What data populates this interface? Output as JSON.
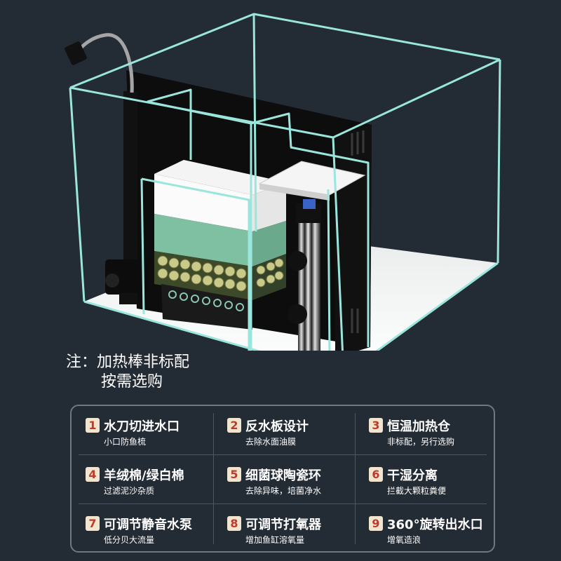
{
  "note": {
    "line1": "注：加热棒非标配",
    "line2": "按需选购"
  },
  "colors": {
    "background": "#232b35",
    "glass_edge": "#9ae6dc",
    "badge_bg": "#f1e5cf",
    "badge_text": "#c0392b",
    "sponge_green": "#7fbfa2",
    "filter_black": "#0d0d0d"
  },
  "features": [
    {
      "num": "1",
      "title": "水刀切进水口",
      "sub": "小口防鱼梳"
    },
    {
      "num": "2",
      "title": "反水板设计",
      "sub": "去除水面油膜"
    },
    {
      "num": "3",
      "title": "恒温加热仓",
      "sub": "非标配，另行选购"
    },
    {
      "num": "4",
      "title": "羊绒棉/绿白棉",
      "sub": "过滤泥沙杂质"
    },
    {
      "num": "5",
      "title": "细菌球陶瓷环",
      "sub": "去除异味，培菌净水"
    },
    {
      "num": "6",
      "title": "干湿分离",
      "sub": "拦截大颗粒粪便"
    },
    {
      "num": "7",
      "title": "可调节静音水泵",
      "sub": "低分贝大流量"
    },
    {
      "num": "8",
      "title": "可调节打氧器",
      "sub": "增加鱼缸溶氧量"
    },
    {
      "num": "9",
      "title": "360°旋转出水口",
      "sub": "增氧造浪"
    }
  ]
}
